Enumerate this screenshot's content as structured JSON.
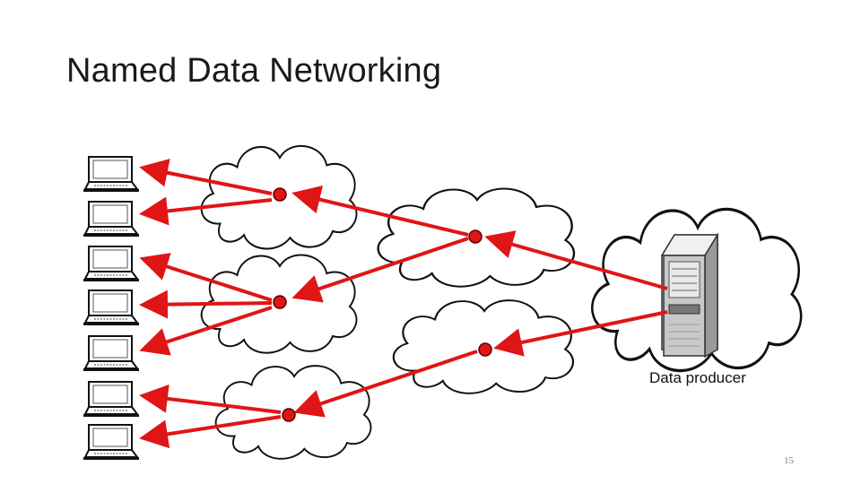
{
  "title": "Named Data Networking",
  "producer_label": "Data producer",
  "page_number": "15",
  "icons": {
    "consumer": "laptop-icon",
    "producer": "server-icon",
    "network": "cloud-icon",
    "router": "router-node"
  },
  "colors": {
    "arrow": "#e01515",
    "router_fill": "#e01515",
    "router_stroke": "#5a0000",
    "cloud_stroke": "#111111"
  }
}
